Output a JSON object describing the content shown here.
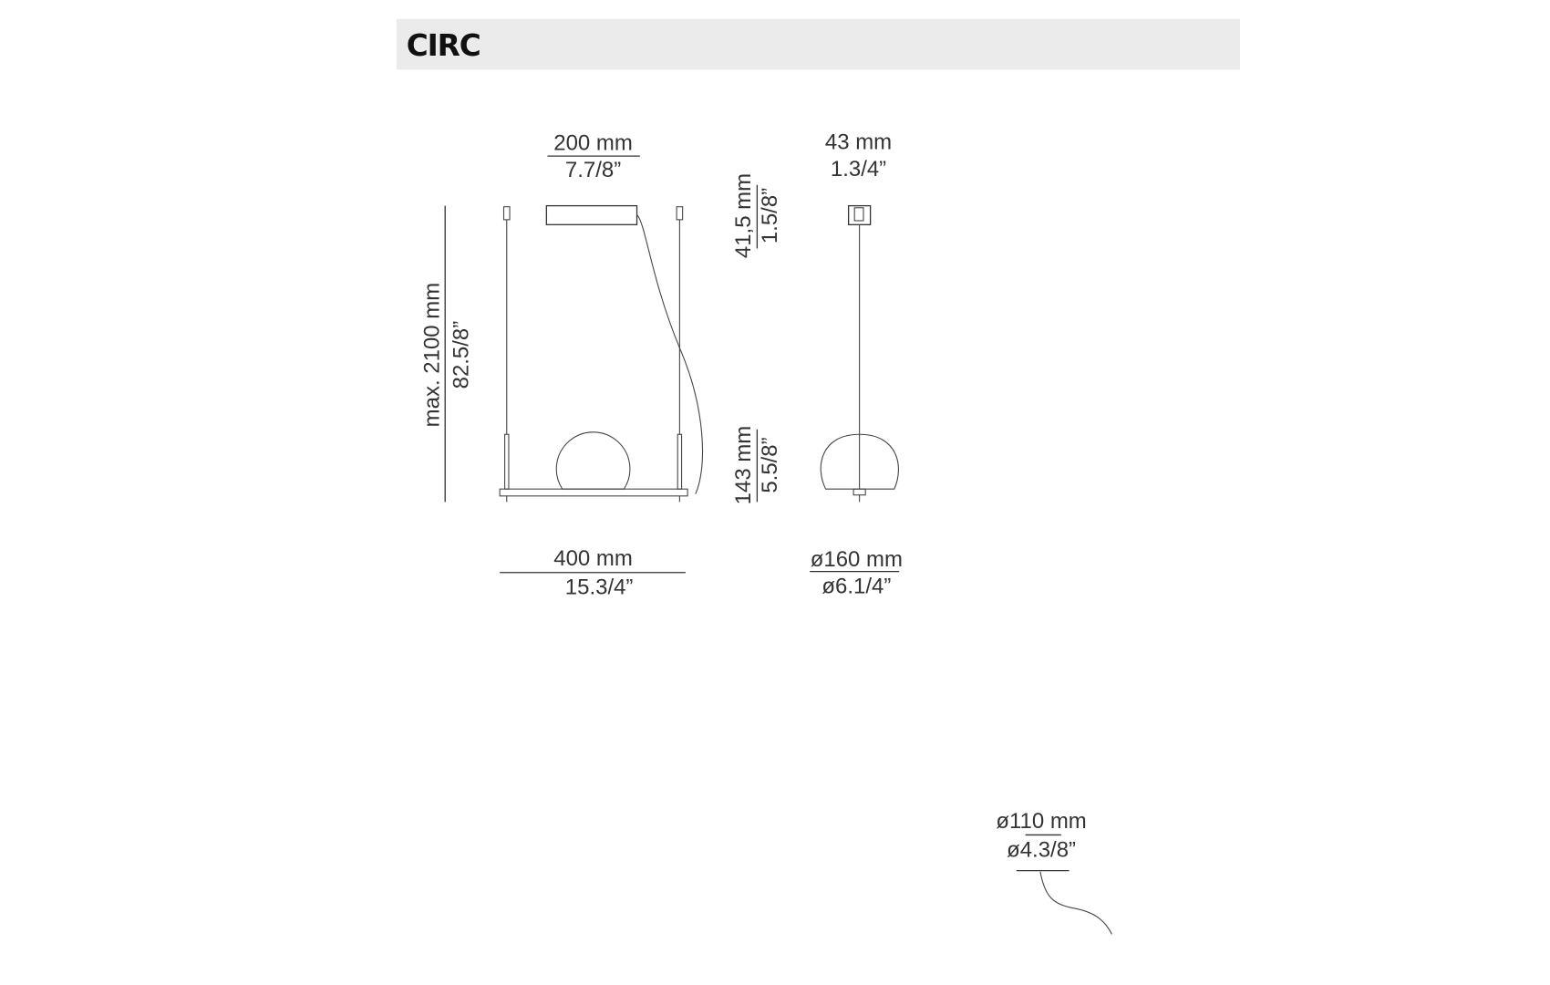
{
  "header": {
    "title": "CIRC",
    "background": "#ebebeb"
  },
  "front_view": {
    "canopy_width_mm": "200 mm",
    "canopy_width_in": "7.7/8”",
    "max_height_mm": "max. 2100 mm",
    "max_height_in": "82.5/8”",
    "width_mm": "400 mm",
    "width_in": "15.3/4”"
  },
  "side_view": {
    "canopy_height_mm": "41,5 mm",
    "canopy_height_in": "1.5/8”",
    "canopy_depth_mm": "43 mm",
    "canopy_depth_in": "1.3/4”",
    "shade_height_mm": "143 mm",
    "shade_height_in": "5.5/8”",
    "diameter_mm": "ø160 mm",
    "diameter_in": "ø6.1/4”"
  },
  "detail": {
    "diameter_mm": "ø110 mm",
    "diameter_in": "ø4.3/8”"
  }
}
